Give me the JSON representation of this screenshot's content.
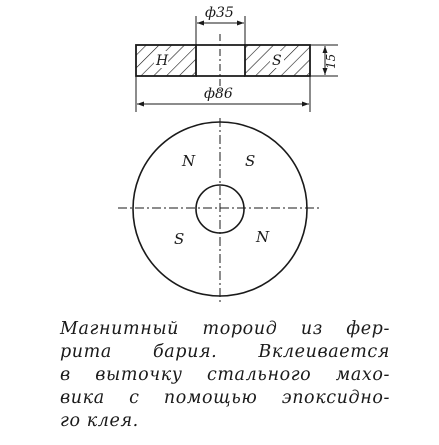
{
  "figure": {
    "section_view": {
      "inner_diameter_label": "ф35",
      "outer_diameter_label": "ф86",
      "thickness_label": "15",
      "left_pole_label": "H",
      "right_pole_label": "S"
    },
    "plan_view": {
      "pole_labels": {
        "top_left": "N",
        "top_right": "S",
        "bottom_left": "S",
        "bottom_right": "N"
      }
    }
  },
  "caption": {
    "lines": [
      "Магнитный тороид из фер-",
      "рита бария. Вклеивается",
      "в выточку стального махо-",
      "вика с помощью эпоксидно-",
      "го клея."
    ]
  }
}
